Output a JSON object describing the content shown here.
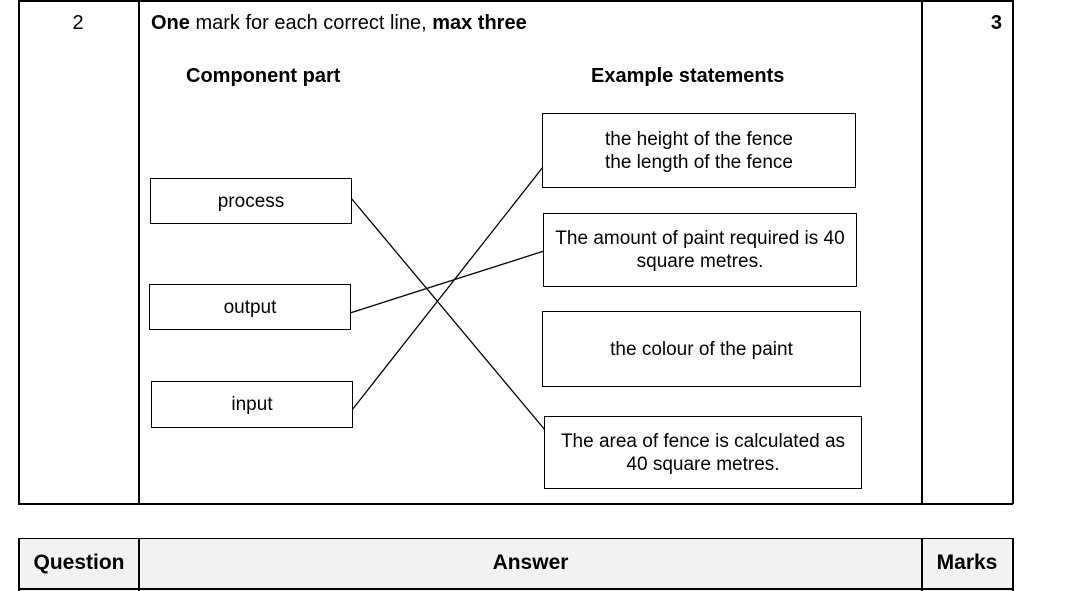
{
  "question": {
    "number": "2",
    "instruction": {
      "part1": "One",
      "part2": " mark for each correct line, ",
      "part3": "max three"
    },
    "marks": "3"
  },
  "headers": {
    "component_part": "Component part",
    "example_statements": "Example statements"
  },
  "components": [
    {
      "id": "process",
      "label": "process"
    },
    {
      "id": "output",
      "label": "output"
    },
    {
      "id": "input",
      "label": "input"
    }
  ],
  "statements": [
    {
      "id": "height-length",
      "line1": "the height of the fence",
      "line2": "the length of the fence"
    },
    {
      "id": "paint-amount",
      "line1": "The amount of paint required is 40",
      "line2": "square metres."
    },
    {
      "id": "paint-colour",
      "line1": "the colour of the paint",
      "line2": ""
    },
    {
      "id": "fence-area",
      "line1": "The area of fence is calculated as",
      "line2": "40 square metres."
    }
  ],
  "connections": [
    {
      "from": "process",
      "to": "fence-area"
    },
    {
      "from": "output",
      "to": "paint-amount"
    },
    {
      "from": "input",
      "to": "height-length"
    }
  ],
  "answer_table_header": {
    "question": "Question",
    "answer": "Answer",
    "marks": "Marks"
  }
}
